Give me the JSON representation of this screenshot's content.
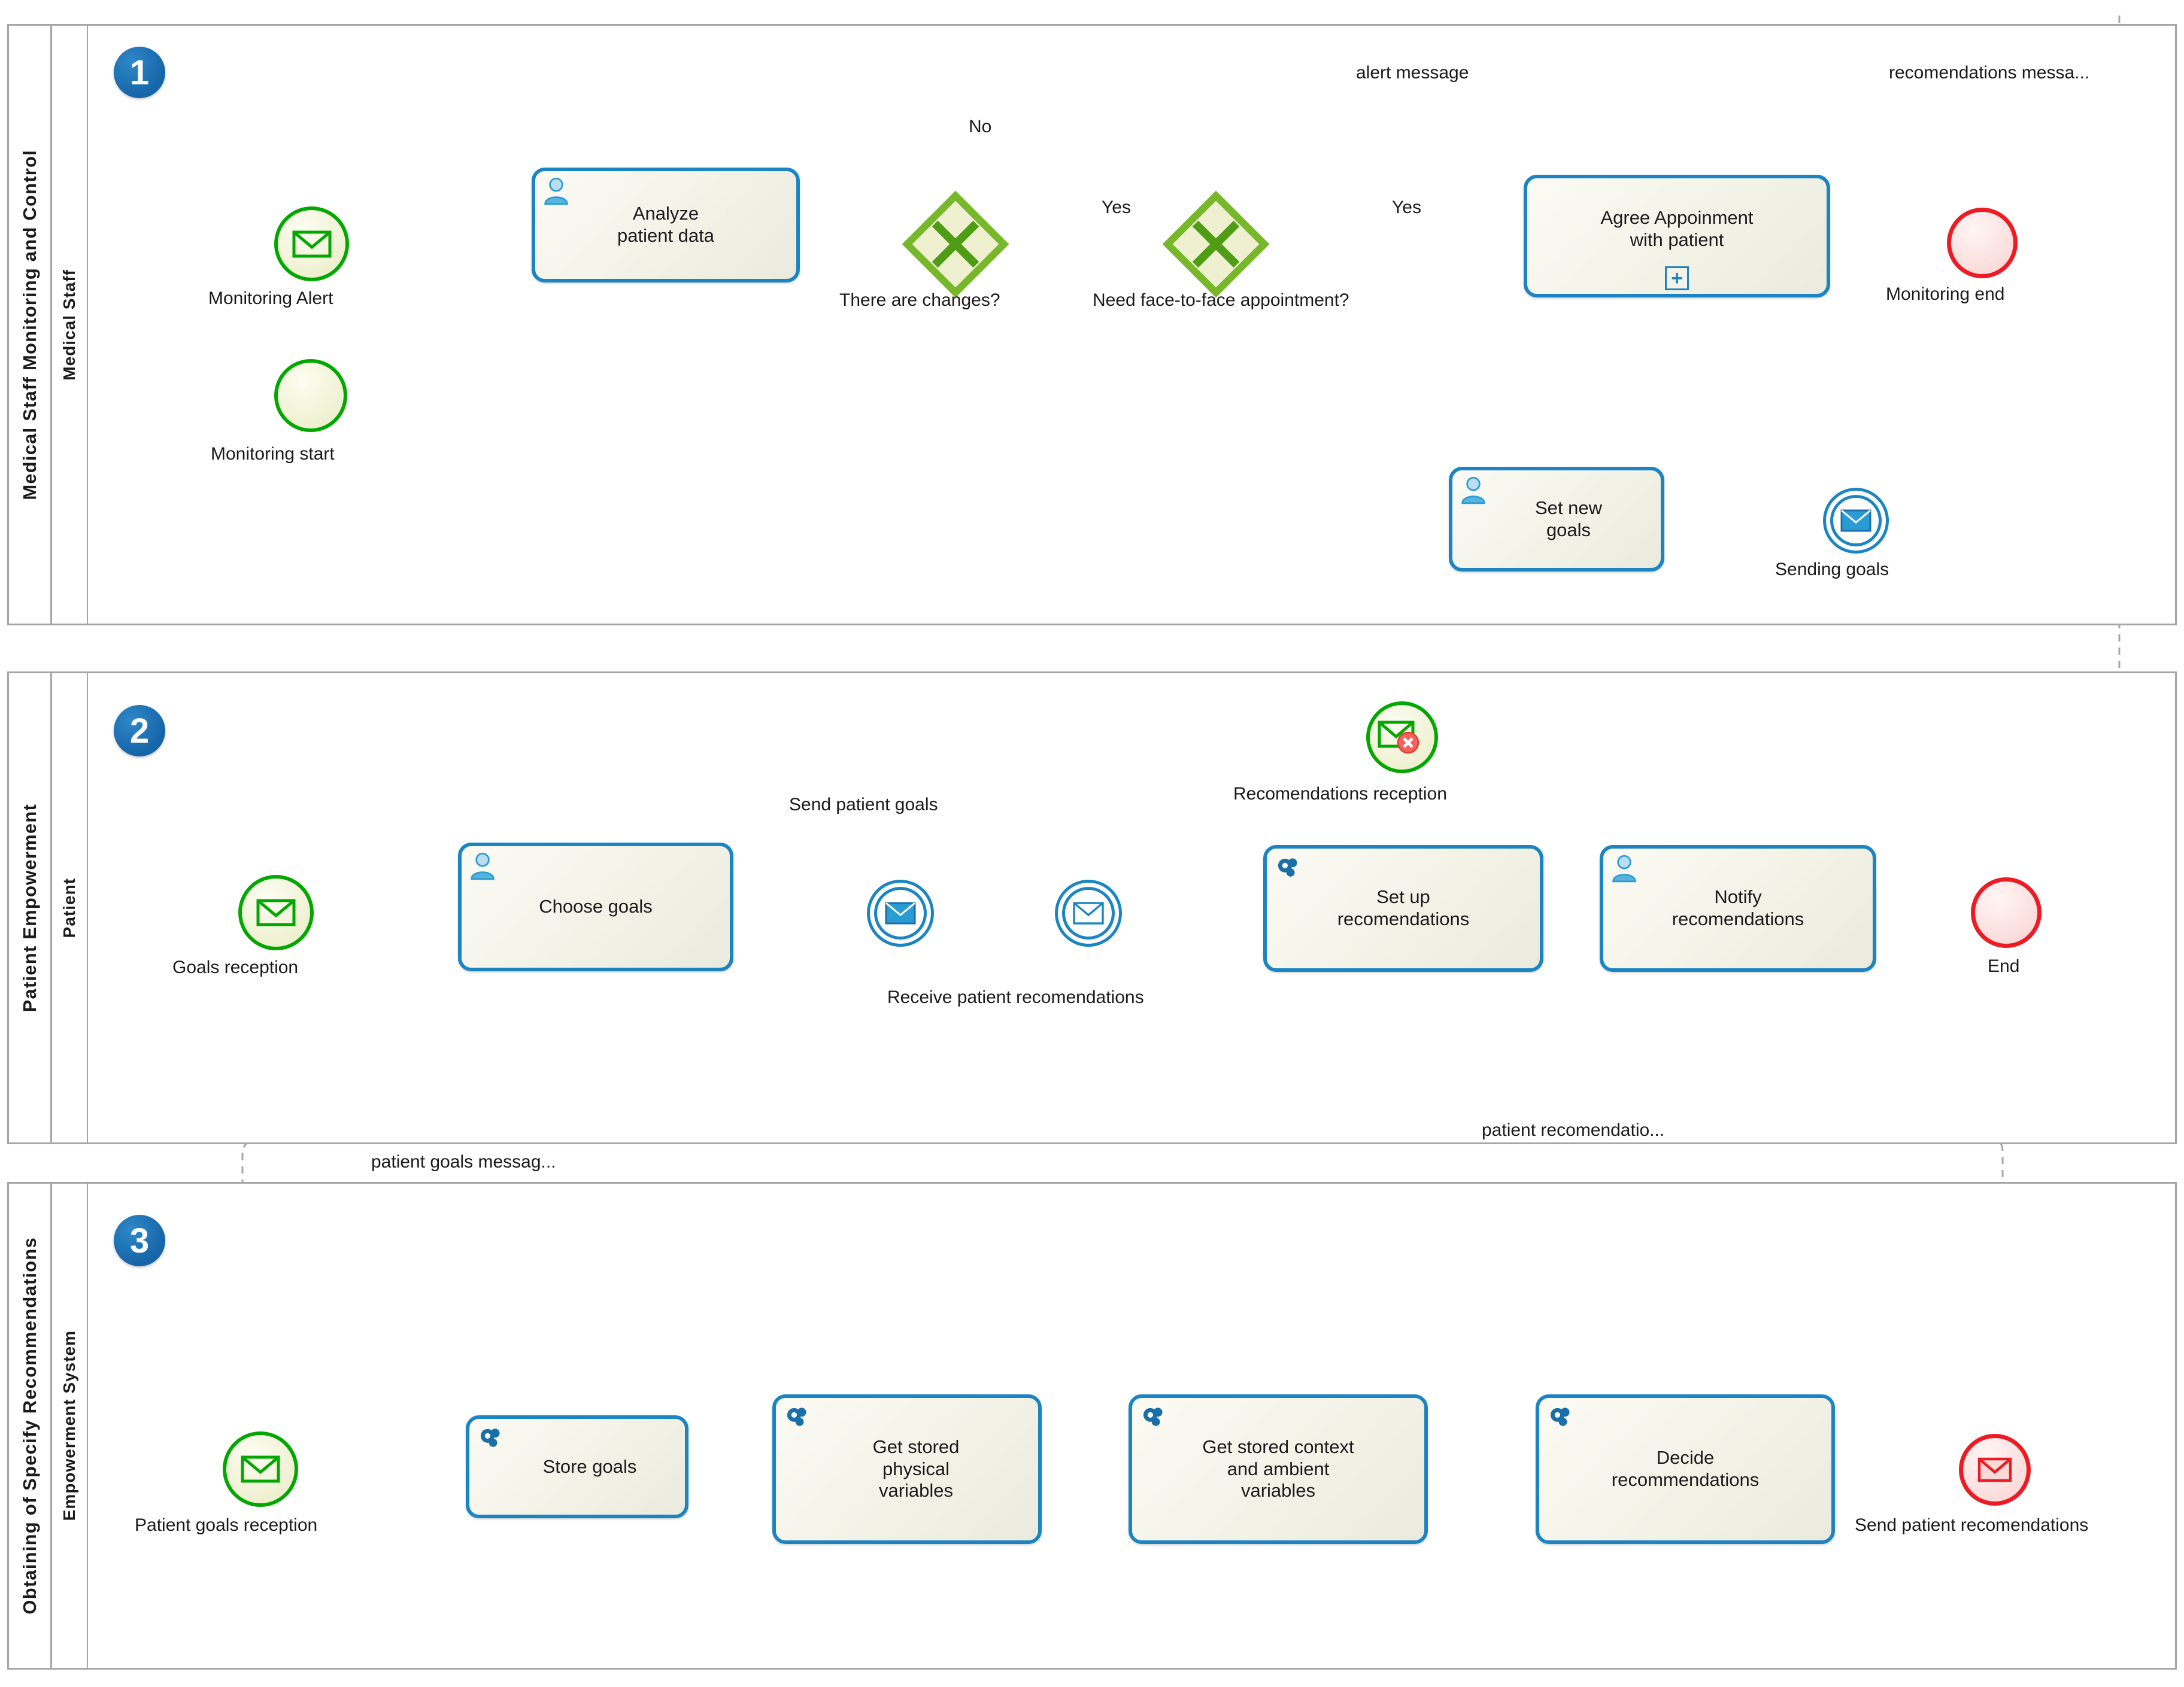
{
  "diagram": {
    "type": "bpmn-collaboration",
    "colors": {
      "pool_border": "#a6a6a6",
      "task_border": "#1a85c2",
      "task_fill": "#f2f2e7",
      "start_event": "#00a800",
      "end_event": "#ed1c24",
      "gateway": "#76b82a",
      "badge": "#1565a8",
      "sequence_flow": "#808080",
      "message_flow": "#a0a0a0"
    }
  },
  "pools": [
    {
      "number": "1",
      "title": "Medical Staff Monitoring and Control",
      "lane": "Medical Staff",
      "elements": {
        "monitoring_alert": "Monitoring Alert",
        "monitoring_start": "Monitoring start",
        "analyze_patient_data": "Analyze\npatient data",
        "gateway_changes": "There are changes?",
        "gateway_appointment": "Need face-to-face appointment?",
        "agree_appointment": "Agree Appoinment\nwith patient",
        "monitoring_end": "Monitoring end",
        "set_new_goals": "Set new\ngoals",
        "sending_goals": "Sending goals",
        "gateway_marker": "X",
        "subprocess_marker": "+"
      },
      "flow_labels": {
        "no": "No",
        "yes1": "Yes",
        "yes2": "Yes"
      }
    },
    {
      "number": "2",
      "title": "Patient Empowerment",
      "lane": "Patient",
      "elements": {
        "goals_reception": "Goals reception",
        "choose_goals": "Choose goals",
        "send_patient_goals": "Send patient goals",
        "receive_patient_recomendations": "Receive patient recomendations",
        "recomendations_reception": "Recomendations reception",
        "set_up_recomendations": "Set up\nrecomendations",
        "notify_recomendations": "Notify\nrecomendations",
        "end": "End"
      }
    },
    {
      "number": "3",
      "title": "Obtaining of Specify Recommendations",
      "lane": "Empowerment System",
      "elements": {
        "patient_goals_reception": "Patient goals reception",
        "store_goals": "Store goals",
        "get_stored_physical_variables": "Get stored\nphysical\nvariables",
        "get_stored_context": "Get stored context\nand ambient\nvariables",
        "decide_recommendations": "Decide\nrecommendations",
        "send_patient_recomendations": "Send patient recomendations"
      }
    }
  ],
  "message_flows": [
    {
      "label": "alert message"
    },
    {
      "label": "recomendations messa..."
    },
    {
      "label": "patient goals messag..."
    },
    {
      "label": "patient recomendatio..."
    }
  ],
  "icons": {
    "user_task": "user-icon",
    "service_task": "gear-icon",
    "message": "envelope-icon",
    "gateway": "exclusive-gateway-x",
    "subprocess": "plus-marker",
    "cancel": "cancel-x-icon"
  }
}
